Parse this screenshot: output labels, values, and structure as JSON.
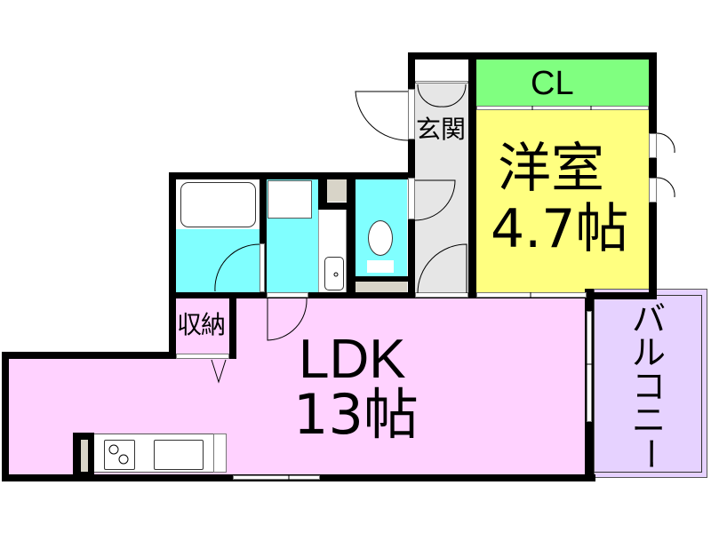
{
  "colors": {
    "ldk": "#ffd2ff",
    "western_room": "#ffff80",
    "closet": "#80ff80",
    "entrance": "#e6e6e6",
    "wet_area": "#80ffff",
    "balcony": "#e6d2ff",
    "storage": "#ffd2ff",
    "fixture_gray": "#d8d4c8",
    "wall": "#000000"
  },
  "rooms": {
    "ldk": {
      "name": "LDK",
      "size": "13帖"
    },
    "western_room": {
      "name": "洋室",
      "size": "4.7帖"
    },
    "closet": {
      "name": "CL"
    },
    "entrance": {
      "name": "玄関"
    },
    "storage": {
      "name": "収納"
    },
    "balcony": {
      "name": "バルコニー",
      "chars": [
        "バ",
        "ル",
        "コ",
        "ニ",
        "ー"
      ]
    },
    "bathroom": {
      "name": ""
    },
    "washroom": {
      "name": ""
    },
    "toilet": {
      "name": ""
    }
  }
}
